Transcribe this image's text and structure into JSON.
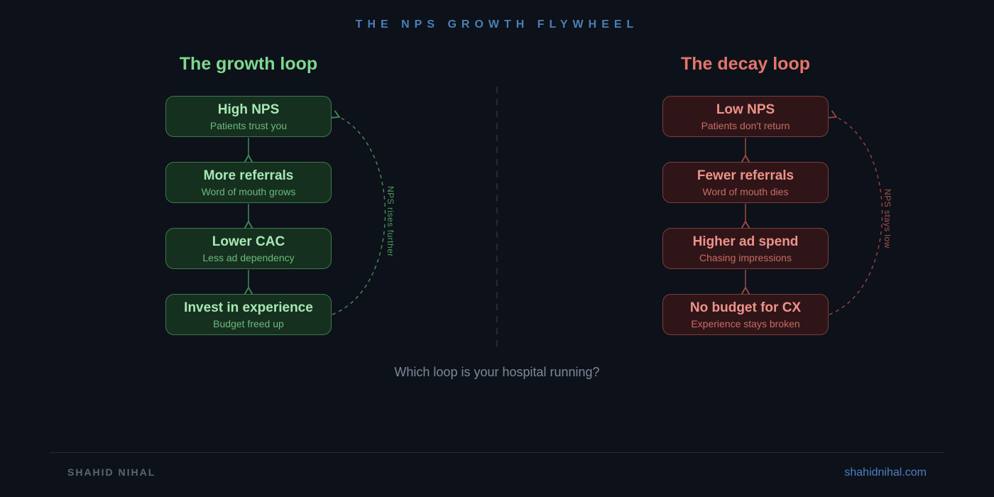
{
  "header": {
    "title": "THE NPS GROWTH FLYWHEEL"
  },
  "loops": [
    {
      "id": "growth",
      "heading": "The growth loop",
      "accent_color": "#7dd98f",
      "box_fill": "#16301f",
      "box_border": "#3c7a4e",
      "boxes": [
        {
          "title": "High NPS",
          "subtitle": "Patients trust you"
        },
        {
          "title": "More referrals",
          "subtitle": "Word of mouth grows"
        },
        {
          "title": "Lower CAC",
          "subtitle": "Less ad dependency"
        },
        {
          "title": "Invest in experience",
          "subtitle": "Budget freed up"
        }
      ],
      "loop_label": "NPS rises further"
    },
    {
      "id": "decay",
      "heading": "The decay loop",
      "accent_color": "#e4756b",
      "box_fill": "#2f1518",
      "box_border": "#7e3d3c",
      "boxes": [
        {
          "title": "Low NPS",
          "subtitle": "Patients don't return"
        },
        {
          "title": "Fewer referrals",
          "subtitle": "Word of mouth dies"
        },
        {
          "title": "Higher ad spend",
          "subtitle": "Chasing impressions"
        },
        {
          "title": "No budget for CX",
          "subtitle": "Experience stays broken"
        }
      ],
      "loop_label": "NPS stays low"
    }
  ],
  "question": "Which loop is your hospital running?",
  "footer": {
    "author": "SHAHID NIHAL",
    "website": "shahidnihal.com"
  },
  "colors": {
    "background": "#0d1119",
    "title_blue": "#4a7fb5",
    "growth_arrow": "#3f8a52",
    "decay_arrow": "#9c4a43",
    "center_divider": "#2b3342",
    "question_gray": "#7e8898"
  }
}
